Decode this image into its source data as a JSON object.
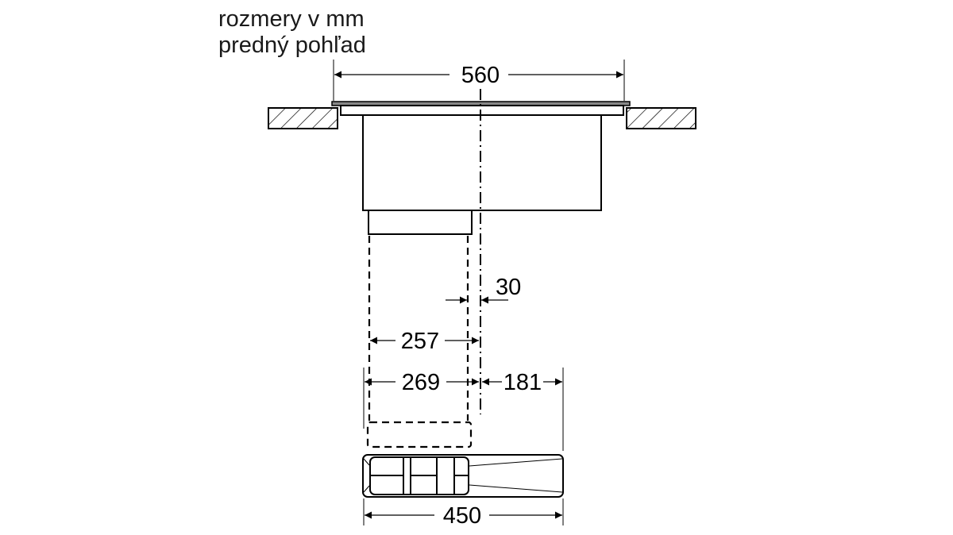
{
  "title": {
    "line1": "rozmery v mm",
    "line2": "predný pohľad"
  },
  "dimensions": {
    "cooktop_width": "560",
    "offset": "30",
    "duct_to_center": "257",
    "duct_outer_to_center": "269",
    "center_to_right": "181",
    "unit_width": "450"
  }
}
